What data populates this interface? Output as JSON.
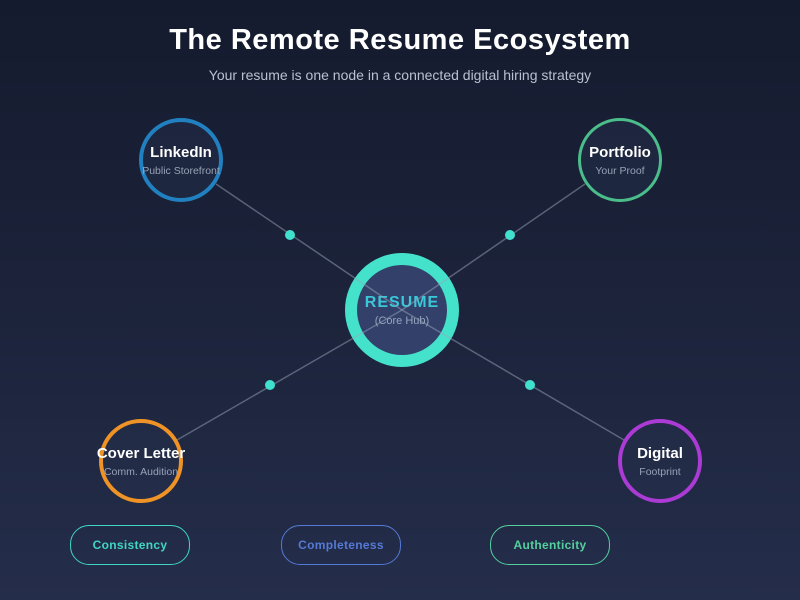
{
  "header": {
    "title": "The Remote Resume Ecosystem",
    "subtitle": "Your resume is one node in a connected digital hiring strategy"
  },
  "hub": {
    "title": "RESUME",
    "subtitle": "(Core Hub)",
    "ring_color": "#45e2cb",
    "title_color": "#3ac7d8",
    "fill_color": "#32406a"
  },
  "nodes": [
    {
      "id": "linkedin",
      "title": "LinkedIn",
      "subtitle": "Public Storefront",
      "border_color": "#2180c0"
    },
    {
      "id": "portfolio",
      "title": "Portfolio",
      "subtitle": "Your Proof",
      "border_color": "#4bbd8b"
    },
    {
      "id": "cover-letter",
      "title": "Cover Letter",
      "subtitle": "Comm. Audition",
      "border_color": "#ef9327"
    },
    {
      "id": "digital",
      "title": "Digital",
      "subtitle": "Footprint",
      "border_color": "#ab3bd4"
    }
  ],
  "pills": [
    {
      "label": "Consistency",
      "color": "#3fd6c6"
    },
    {
      "label": "Completeness",
      "color": "#5579d6"
    },
    {
      "label": "Authenticity",
      "color": "#54cf9f"
    }
  ],
  "connector": {
    "line_color": "#9aa4b8",
    "dot_color": "#40e0cf"
  }
}
